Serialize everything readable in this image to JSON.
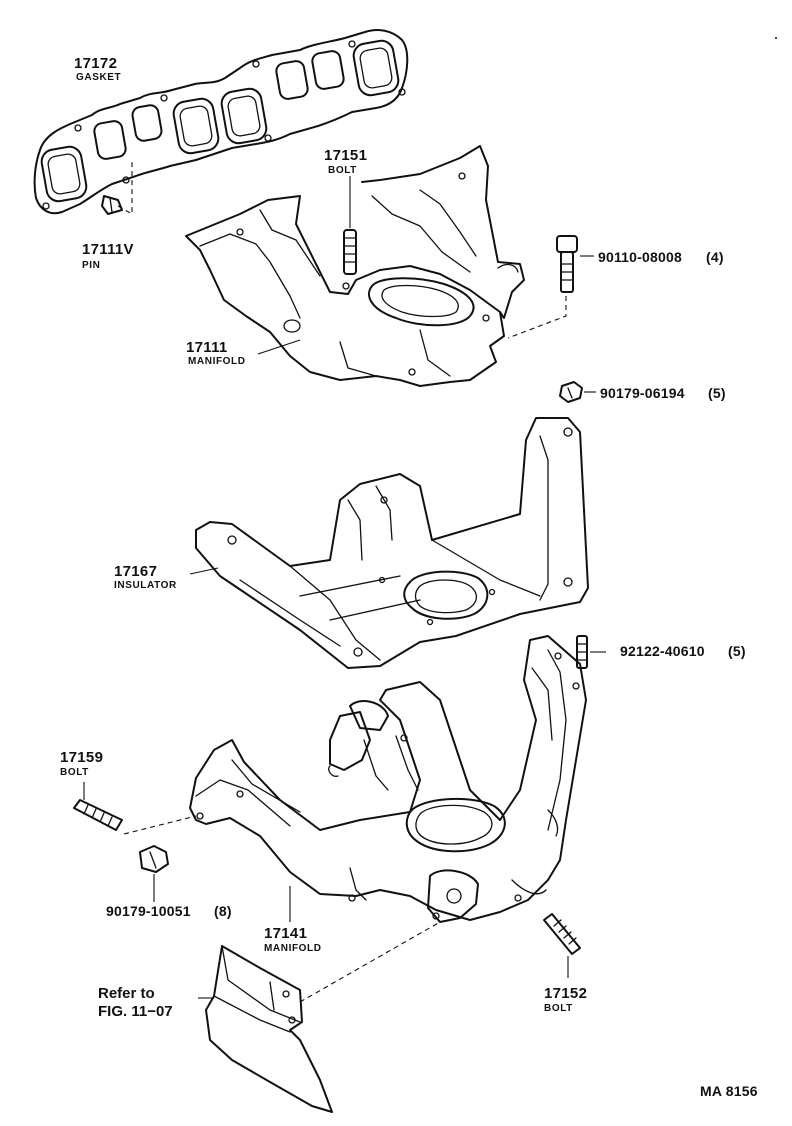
{
  "parts": {
    "gasket": {
      "number": "17172",
      "name": "GASKET"
    },
    "pin": {
      "number": "17111V",
      "name": "PIN"
    },
    "bolt_17151": {
      "number": "17151",
      "name": "BOLT"
    },
    "manifold_upper": {
      "number": "17111",
      "name": "MANIFOLD"
    },
    "bolt_90110": {
      "number": "90110-08008",
      "qty": "(4)"
    },
    "nut_90179_06194": {
      "number": "90179-06194",
      "qty": "(5)"
    },
    "insulator": {
      "number": "17167",
      "name": "INSULATOR"
    },
    "stud_92122": {
      "number": "92122-40610",
      "qty": "(5)"
    },
    "bolt_17159": {
      "number": "17159",
      "name": "BOLT"
    },
    "nut_90179_10051": {
      "number": "90179-10051",
      "qty": "(8)"
    },
    "manifold_lower": {
      "number": "17141",
      "name": "MANIFOLD"
    },
    "bolt_17152": {
      "number": "17152",
      "name": "BOLT"
    }
  },
  "reference": {
    "line1": "Refer to",
    "line2": "FIG. 11−07"
  },
  "figure_id": "MA 8156"
}
